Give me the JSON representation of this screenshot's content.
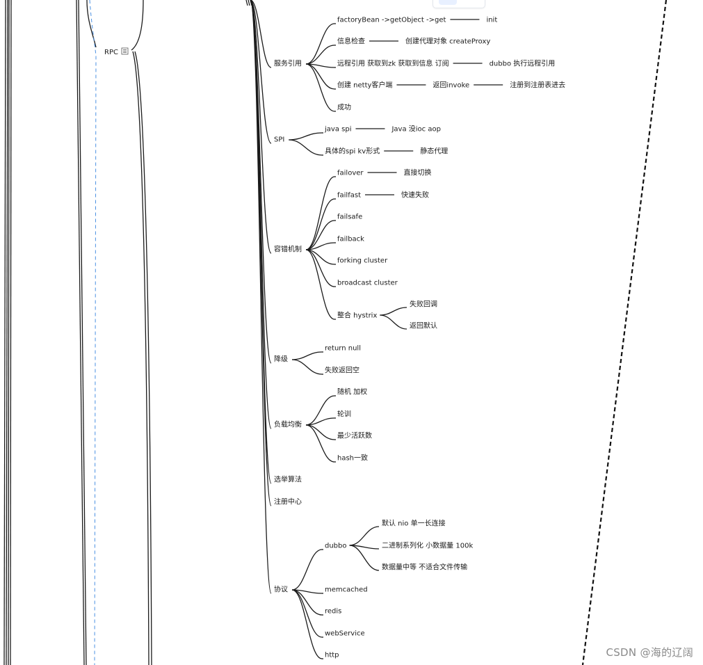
{
  "mindmap": {
    "rpc": {
      "label": "RPC",
      "note_icon": "note-icon"
    },
    "branches": [
      {
        "id": "service-ref",
        "label": "服务引用",
        "children": [
          {
            "label": "factoryBean ->getObject ->get",
            "next": [
              "init"
            ]
          },
          {
            "label": "信息检查",
            "next": [
              "创建代理对象 createProxy"
            ]
          },
          {
            "label": "远程引用 获取到zk 获取到信息  订阅",
            "next": [
              "dubbo 执行远程引用"
            ]
          },
          {
            "label": "创建 netty客户端",
            "next": [
              "返回invoke",
              "注册到注册表进去"
            ]
          },
          {
            "label": "成功",
            "next": []
          }
        ]
      },
      {
        "id": "spi",
        "label": "SPI",
        "children": [
          {
            "label": "java spi",
            "next": [
              "Java 没ioc aop"
            ]
          },
          {
            "label": "具体的spi kv形式",
            "next": [
              "静态代理"
            ]
          }
        ]
      },
      {
        "id": "fault-tolerance",
        "label": "容错机制",
        "children": [
          {
            "label": "failover",
            "next": [
              "直接切换"
            ]
          },
          {
            "label": "failfast",
            "next": [
              "快速失败"
            ]
          },
          {
            "label": "failsafe",
            "next": []
          },
          {
            "label": "failback",
            "next": []
          },
          {
            "label": "forking cluster",
            "next": []
          },
          {
            "label": "broadcast cluster",
            "next": []
          },
          {
            "label": "整合 hystrix",
            "sub": [
              "失败回调",
              "返回默认"
            ]
          }
        ]
      },
      {
        "id": "degrade",
        "label": "降级",
        "children": [
          {
            "label": "return null",
            "next": []
          },
          {
            "label": "失败返回空",
            "next": []
          }
        ]
      },
      {
        "id": "load-balance",
        "label": "负载均衡",
        "children": [
          {
            "label": "随机 加权",
            "next": []
          },
          {
            "label": "轮训",
            "next": []
          },
          {
            "label": "最少活跃数",
            "next": []
          },
          {
            "label": "hash一致",
            "next": []
          }
        ]
      },
      {
        "id": "election",
        "label": "选举算法",
        "children": []
      },
      {
        "id": "registry",
        "label": "注册中心",
        "children": []
      },
      {
        "id": "protocol",
        "label": "协议",
        "children": [
          {
            "label": "dubbo",
            "sub": [
              "默认 nio 单一长连接",
              "二进制系列化  小数据量 100k",
              "数据量中等 不适合文件传输"
            ]
          },
          {
            "label": "memcached",
            "next": []
          },
          {
            "label": "redis",
            "next": []
          },
          {
            "label": "webService",
            "next": []
          },
          {
            "label": "http",
            "next": []
          }
        ]
      }
    ]
  },
  "toolbar": {
    "icons": [
      "share-icon",
      "menu-icon"
    ]
  },
  "watermark": "CSDN @海的辽阔",
  "colors": {
    "line": "#1a1a1a",
    "text": "#1a1a1a",
    "dashed_guide": "#4a90e2",
    "watermark": "#8a8a8a",
    "toolbar_accent": "#3b82f6"
  }
}
